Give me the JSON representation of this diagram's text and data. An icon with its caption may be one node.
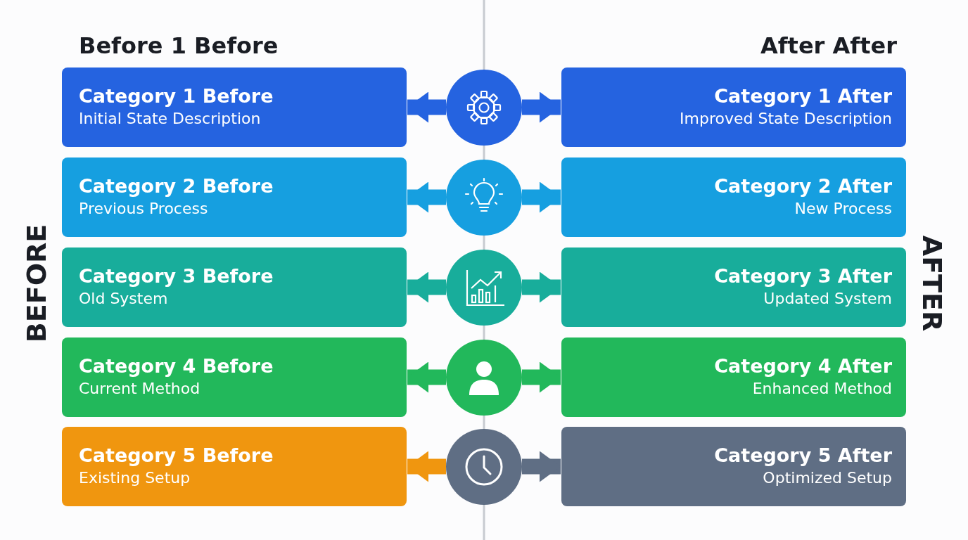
{
  "diagram": {
    "nodes": [
      {
        "text": [
          "Category 1 Before",
          "Initial State Description"
        ]
      },
      {
        "text": [],
        "shape": "circle"
      },
      {
        "text": [
          "Category 1 After",
          "Improved State Description"
        ]
      },
      {
        "text": [
          "Category 2 Before",
          "Previous Process"
        ]
      },
      {
        "text": [],
        "shape": "circle"
      },
      {
        "text": [
          "Category 2 After",
          "New Process"
        ]
      },
      {
        "text": [
          "Category 3 Before",
          "Old System"
        ]
      },
      {
        "text": [],
        "shape": "circle"
      },
      {
        "text": [
          "Category 3 After",
          "Updated System"
        ]
      },
      {
        "text": [
          "Category 4 Before",
          "Current Method"
        ]
      },
      {
        "text": [],
        "shape": "circle"
      },
      {
        "text": [
          "Category 4 After",
          "Enhanced Method"
        ]
      },
      {
        "text": [
          "Category 5 Before",
          "Existing Setup"
        ]
      },
      {
        "text": [],
        "shape": "circle"
      },
      {
        "text": [
          "Category 5 After",
          "Optimized Setup"
        ]
      }
    ],
    "edges": [
      {
        "from": 1,
        "to": 0,
        "arrow": "to",
        "color": "#2563e0"
      },
      {
        "from": 1,
        "to": 2,
        "arrow": "to",
        "color": "#2563e0"
      },
      {
        "from": 4,
        "to": 3,
        "arrow": "to",
        "color": "#169fe0"
      },
      {
        "from": 4,
        "to": 5,
        "arrow": "to",
        "color": "#169fe0"
      },
      {
        "from": 7,
        "to": 6,
        "arrow": "to",
        "color": "#18ad9b"
      },
      {
        "from": 7,
        "to": 8,
        "arrow": "to",
        "color": "#18ad9b"
      },
      {
        "from": 10,
        "to": 9,
        "arrow": "to",
        "color": "#22b85b"
      },
      {
        "from": 10,
        "to": 11,
        "arrow": "to",
        "color": "#22b85b"
      },
      {
        "from": 13,
        "to": 12,
        "arrow": "to",
        "color": "#f0960f"
      },
      {
        "from": 13,
        "to": 14,
        "arrow": "to",
        "color": "#5f6e84"
      }
    ],
    "labels": [
      "Before 1 Before",
      "After After",
      "BEFORE",
      "AFTER"
    ]
  }
}
